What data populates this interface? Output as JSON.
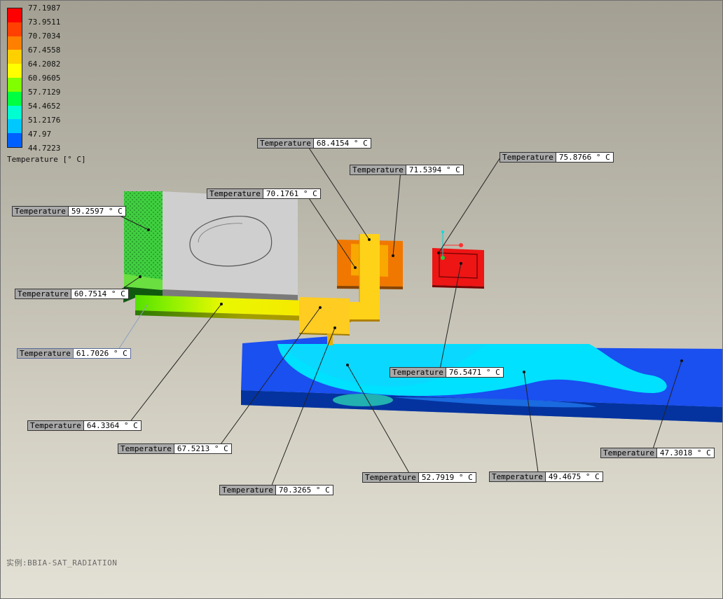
{
  "legend": {
    "title": "Temperature [° C]",
    "values": [
      "77.1987",
      "73.9511",
      "70.7034",
      "67.4558",
      "64.2082",
      "60.9605",
      "57.7129",
      "54.4652",
      "51.2176",
      "47.97",
      "44.7223"
    ],
    "colors": [
      "#ff0000",
      "#ff4000",
      "#ff8000",
      "#ffd000",
      "#ffff00",
      "#80ff00",
      "#00ff40",
      "#00ffd0",
      "#00c8ff",
      "#0060ff",
      "#0000e0"
    ]
  },
  "probes": [
    {
      "label": "Temperature",
      "value": "59.2597 ° C"
    },
    {
      "label": "Temperature",
      "value": "60.7514 ° C"
    },
    {
      "label": "Temperature",
      "value": "61.7026 ° C"
    },
    {
      "label": "Temperature",
      "value": "64.3364 ° C"
    },
    {
      "label": "Temperature",
      "value": "67.5213 ° C"
    },
    {
      "label": "Temperature",
      "value": "70.3265 ° C"
    },
    {
      "label": "Temperature",
      "value": "70.1761 ° C"
    },
    {
      "label": "Temperature",
      "value": "68.4154 ° C"
    },
    {
      "label": "Temperature",
      "value": "71.5394 ° C"
    },
    {
      "label": "Temperature",
      "value": "75.8766 ° C"
    },
    {
      "label": "Temperature",
      "value": "76.5471 ° C"
    },
    {
      "label": "Temperature",
      "value": "52.7919 ° C"
    },
    {
      "label": "Temperature",
      "value": "49.4675 ° C"
    },
    {
      "label": "Temperature",
      "value": "47.3018 ° C"
    }
  ],
  "model_name": "实例:BBIA-SAT_RADIATION",
  "colors": {
    "green_part": "#3ad03a",
    "gray_part": "#cfcfcf",
    "orange_part": "#f07800",
    "yellow_part": "#ffd21a",
    "red_part": "#ee1515",
    "plate_blue": "#1a4ff0",
    "plate_cyan": "#00e0ff"
  }
}
